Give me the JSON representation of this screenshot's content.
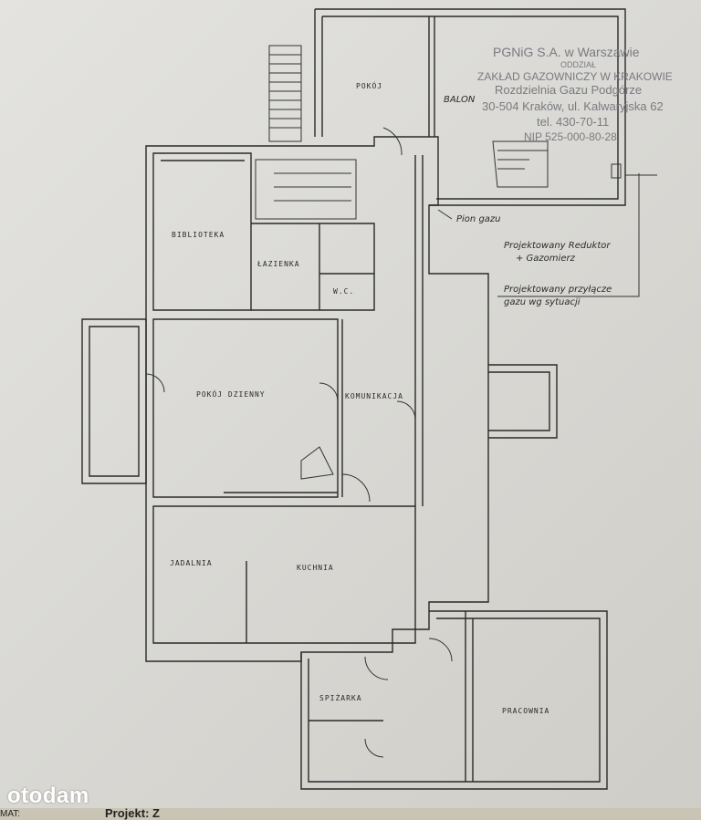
{
  "stamp": {
    "company": "PGNiG S.A. w Warszawie",
    "division": "ODDZIAŁ",
    "plant": "ZAKŁAD GAZOWNICZY W KRAKOWIE",
    "unit": "Rozdzielnia Gazu Podgórze",
    "address": "30-504 Kraków, ul. Kalwaryjska 62",
    "phone": "tel. 430-70-11",
    "nip": "NIP 525-000-80-28"
  },
  "rooms": {
    "pokoj": "POKÓJ",
    "balon": "BALON",
    "biblioteka": "BIBLIOTEKA",
    "lazienka": "ŁAZIENKA",
    "wc": "W.C.",
    "pokoj_dzienny": "POKÓJ DZIENNY",
    "komunikacja": "KOMUNIKACJA",
    "jadalnia": "JADALNIA",
    "kuchnia": "KUCHNIA",
    "spizarka": "SPIŻARKA",
    "pracownia": "PRACOWNIA"
  },
  "annotations": {
    "pion_gazu": "Pion gazu",
    "reduktor_1": "Projektowany Reduktor",
    "reduktor_2": "+ Gazomierz",
    "przylacze_1": "Projektowany przyłącze",
    "przylacze_2": "gazu wg sytuacji"
  },
  "watermark": "otodam",
  "footer": {
    "mat": "MAT:",
    "project": "Projekt: Z"
  }
}
